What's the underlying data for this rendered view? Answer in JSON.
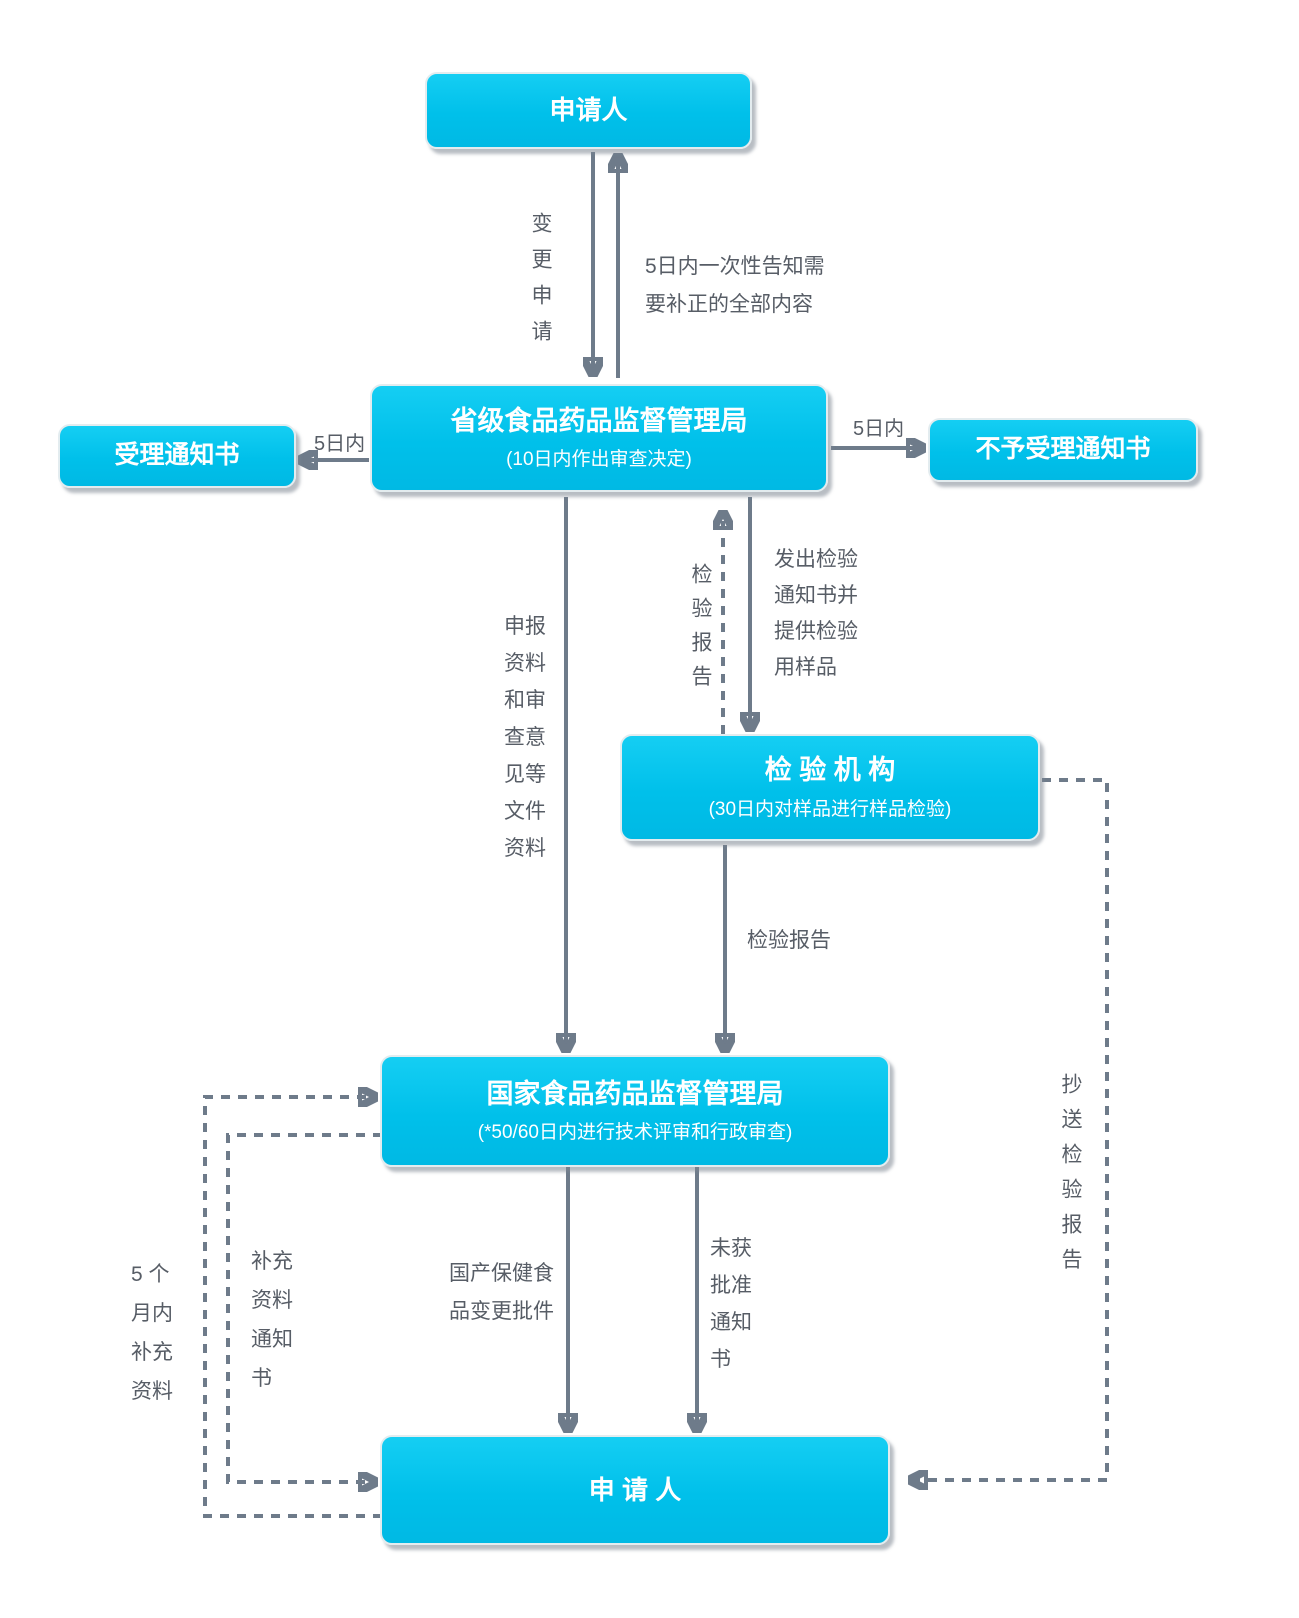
{
  "diagram": {
    "nodes": {
      "applicant_top": {
        "title": "申请人"
      },
      "provincial_fda": {
        "title": "省级食品药品监督管理局",
        "subtitle": "(10日内作出审查决定)"
      },
      "acceptance_notice": {
        "title": "受理通知书"
      },
      "rejection_notice": {
        "title": "不予受理通知书"
      },
      "inspection_agency": {
        "title": "检 验 机 构",
        "subtitle": "(30日内对样品进行样品检验)"
      },
      "national_fda": {
        "title": "国家食品药品监督管理局",
        "subtitle": "(*50/60日内进行技术评审和行政审查)"
      },
      "applicant_bottom": {
        "title": "申 请 人"
      }
    },
    "edge_labels": {
      "change_application": "变更申请",
      "correction_notice": "5日内一次性告知需\n要补正的全部内容",
      "within_5_days_left": "5日内",
      "within_5_days_right": "5日内",
      "inspection_report_up": "检验报告",
      "issue_inspection_notice": "发出检验\n通知书并\n提供检验\n用样品",
      "filing_materials": "申报\n资料\n和审\n查意\n见等\n文件\n资料",
      "inspection_report_down": "检验报告",
      "supplement_within_5_months": "5 个\n月内\n补充\n资料",
      "supplement_notice": "补充\n资料\n通知\n书",
      "change_approval_document": "国产保健食\n品变更批件",
      "not_approved_notice": "未获\n批准\n通知\n书",
      "copy_inspection_report": "抄送检验报告"
    },
    "colors": {
      "node_fill": "#00c0ea",
      "node_text": "#ffffff",
      "arrow": "#6e7b8a",
      "label_text": "#575d66"
    }
  }
}
